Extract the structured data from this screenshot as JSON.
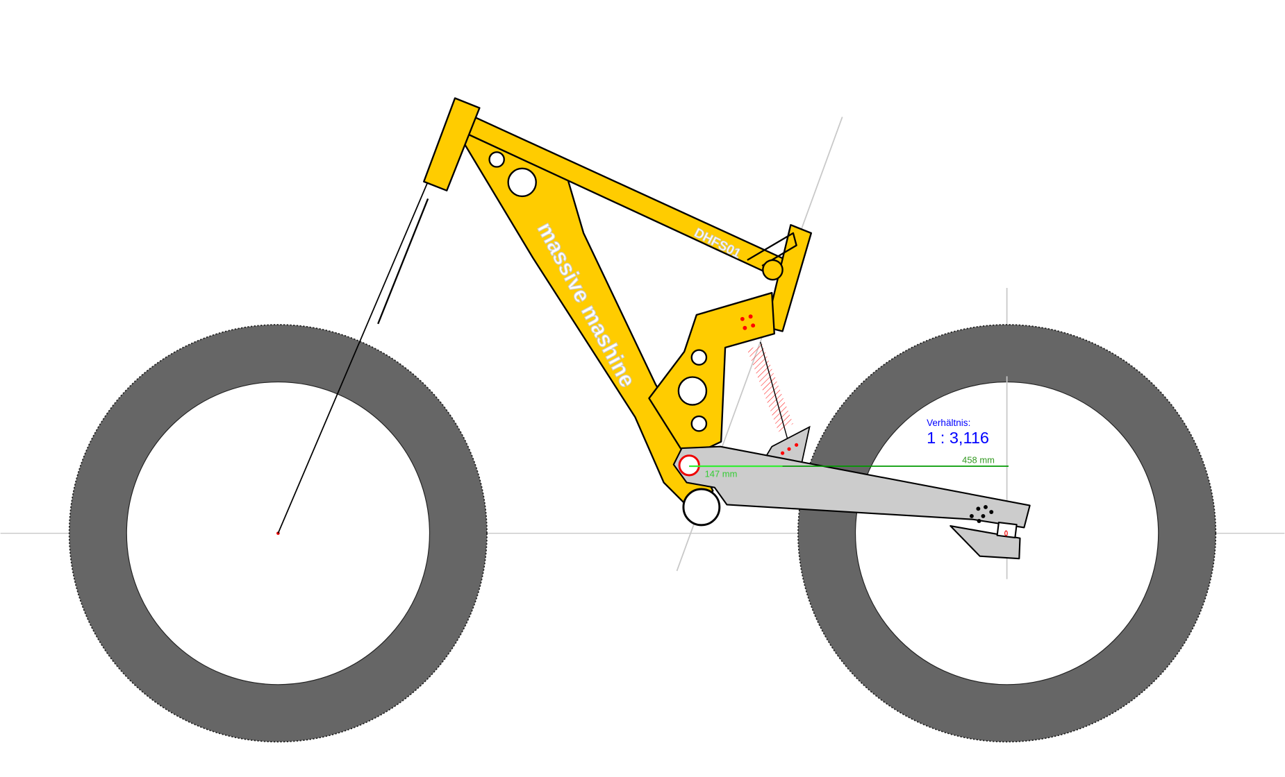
{
  "frame": {
    "brand": "massive mashine",
    "model": "DHFS01",
    "frame_color": "#ffcc00",
    "swingarm_color": "#cccccc",
    "tire_color": "#666666"
  },
  "ratio": {
    "label": "Verhältnis:",
    "value": "1 : 3,116",
    "color": "#0000ff"
  },
  "measurements": {
    "wheel_travel_length": "458 mm",
    "shock_length": "147 mm",
    "long_color": "#009900",
    "short_color": "#33ee33"
  }
}
